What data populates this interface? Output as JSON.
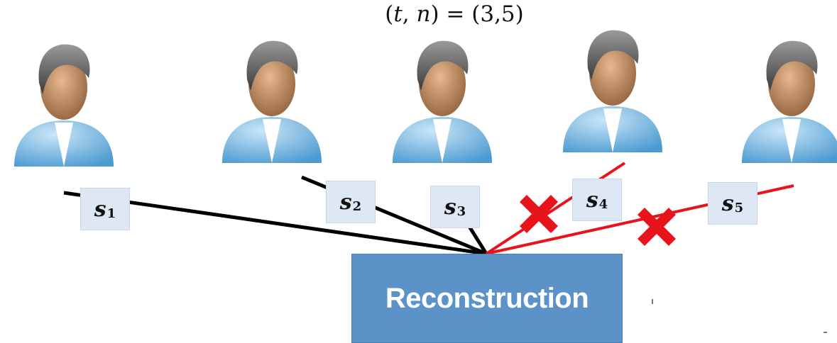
{
  "formula": {
    "lhs_t": "t",
    "lhs_n": "n",
    "rhs": "(3,5)"
  },
  "shares": [
    {
      "var": "s",
      "index": "1",
      "status": "used"
    },
    {
      "var": "s",
      "index": "2",
      "status": "used"
    },
    {
      "var": "s",
      "index": "3",
      "status": "used"
    },
    {
      "var": "s",
      "index": "4",
      "status": "rejected"
    },
    {
      "var": "s",
      "index": "5",
      "status": "rejected"
    }
  ],
  "reconstruction": {
    "label": "Reconstruction",
    "color": "#5b93c9"
  },
  "colors": {
    "used_line": "#000000",
    "rejected_line": "#e8141c",
    "share_box": "#dde8f4"
  },
  "icons": [
    "person-icon",
    "cross-icon"
  ]
}
